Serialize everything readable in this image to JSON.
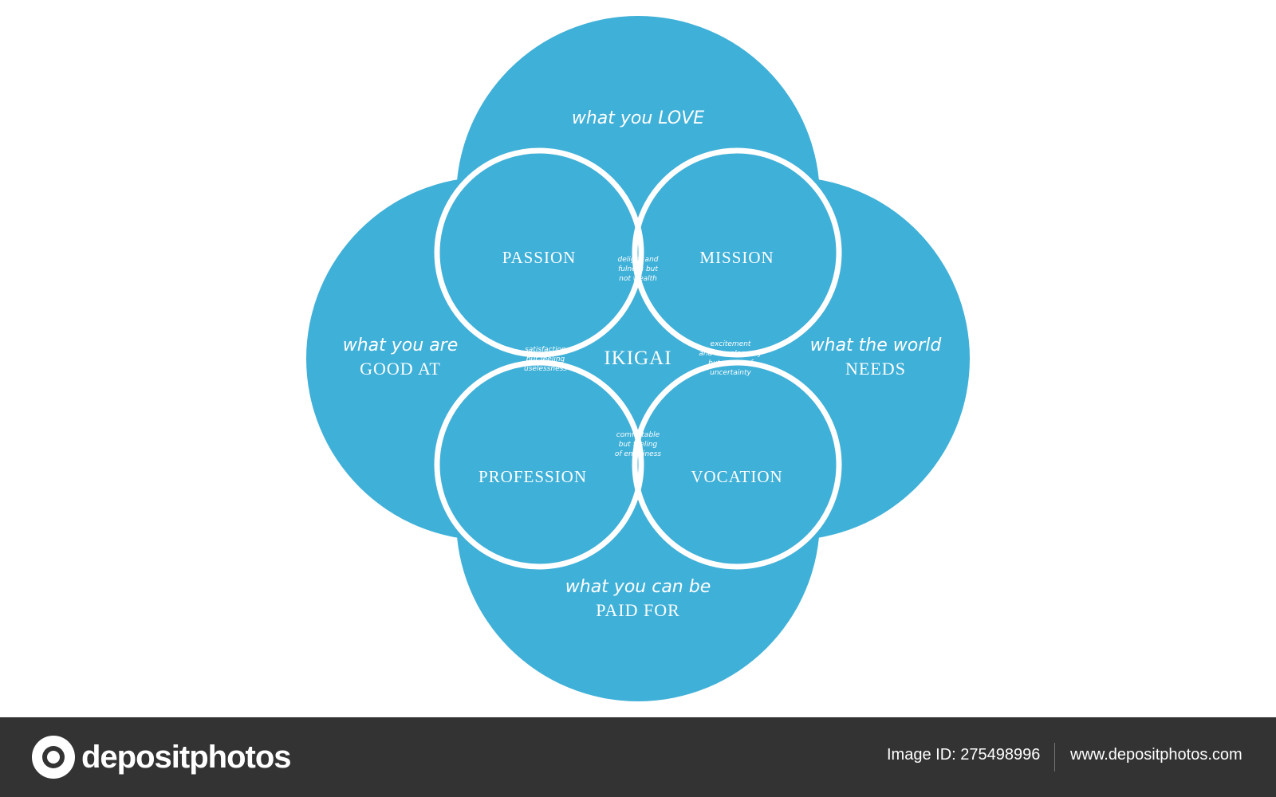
{
  "colors": {
    "circle_fill": "#3fb0d8",
    "circle_stroke": "#ffffff",
    "footer_bg": "#333333"
  },
  "diagram": {
    "top": {
      "line1": "what you LOVE"
    },
    "left": {
      "line1": "what you are",
      "line2": "GOOD AT"
    },
    "right": {
      "line1": "what the world",
      "line2": "NEEDS"
    },
    "bottom": {
      "line1": "what you can be",
      "line2": "PAID FOR"
    },
    "passion": "PASSION",
    "mission": "MISSION",
    "profession": "PROFESSION",
    "vocation": "VOCATION",
    "center": "IKIGAI",
    "small_top": {
      "l1": "delight and",
      "l2": "fulness but",
      "l3": "not wealth"
    },
    "small_left": {
      "l1": "satisfaction",
      "l2": "but feeling",
      "l3": "uselessness"
    },
    "small_right": {
      "l1": "excitement",
      "l2": "and complacency",
      "l3": "but sence of",
      "l4": "uncertainty"
    },
    "small_bottom": {
      "l1": "comfortable",
      "l2": "but feeling",
      "l3": "of emptiness"
    }
  },
  "footer": {
    "brand": "depositphotos",
    "image_id": "Image ID: 275498996",
    "website": "www.depositphotos.com"
  }
}
